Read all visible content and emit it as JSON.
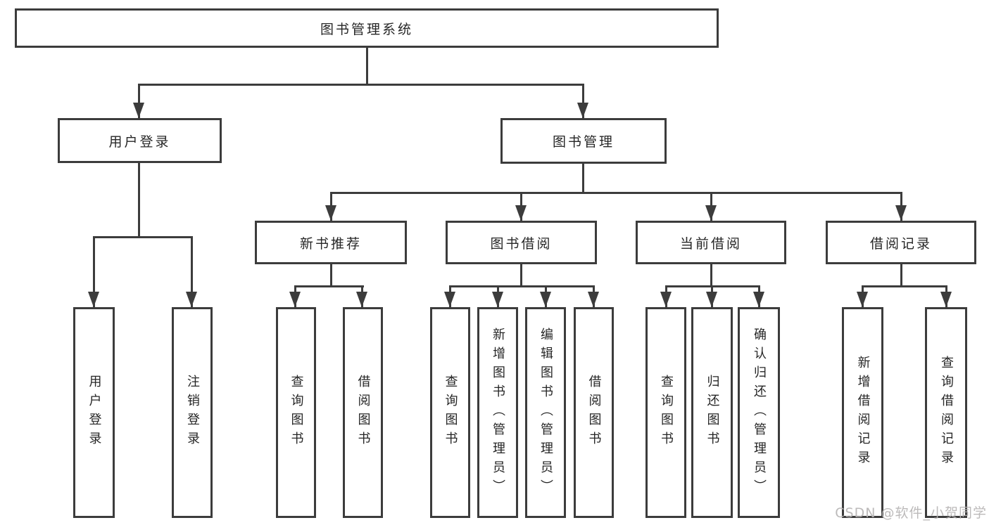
{
  "colors": {
    "line": "#3c3c3c",
    "text": "#262626",
    "background": "#ffffff",
    "watermark": "#b7b5b5"
  },
  "diagram": {
    "root": {
      "label": "图书管理系统"
    },
    "branches": [
      {
        "label": "用户登录",
        "children": [
          {
            "label": "用户登录"
          },
          {
            "label": "注销登录"
          }
        ]
      },
      {
        "label": "图书管理",
        "children": [
          {
            "label": "新书推荐",
            "children": [
              {
                "label": "查询图书"
              },
              {
                "label": "借阅图书"
              }
            ]
          },
          {
            "label": "图书借阅",
            "children": [
              {
                "label": "查询图书"
              },
              {
                "label": "新增图书（管理员）"
              },
              {
                "label": "编辑图书（管理员）"
              },
              {
                "label": "借阅图书"
              }
            ]
          },
          {
            "label": "当前借阅",
            "children": [
              {
                "label": "查询图书"
              },
              {
                "label": "归还图书"
              },
              {
                "label": "确认归还（管理员）"
              }
            ]
          },
          {
            "label": "借阅记录",
            "children": [
              {
                "label": "新增借阅记录"
              },
              {
                "label": "查询借阅记录"
              }
            ]
          }
        ]
      }
    ]
  },
  "watermark": {
    "text": "CSDN @软件_小贺同学"
  }
}
